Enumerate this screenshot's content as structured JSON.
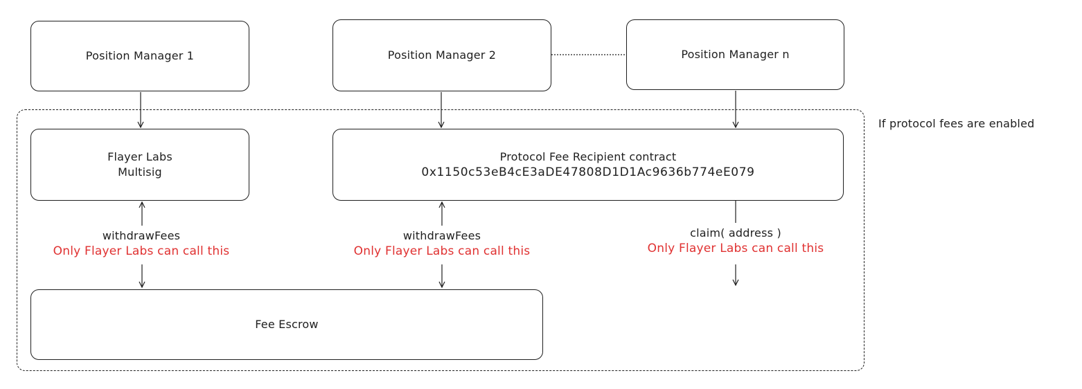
{
  "diagram": {
    "nodes": {
      "pm1": {
        "label": "Position Manager 1"
      },
      "pm2": {
        "label": "Position Manager 2"
      },
      "pmn": {
        "label": "Position Manager n"
      },
      "multisig": {
        "line1": "Flayer Labs",
        "line2": "Multisig"
      },
      "fee_recipient": {
        "line1": "Protocol Fee Recipient contract",
        "line2": "0x1150c53eB4cE3aDE47808D1D1Ac9636b774eE079"
      },
      "escrow": {
        "label": "Fee Escrow"
      }
    },
    "region_label": "If protocol fees are enabled",
    "edges": {
      "left_withdraw": {
        "label": "withdrawFees",
        "note": "Only Flayer Labs can call this"
      },
      "mid_withdraw": {
        "label": "withdrawFees",
        "note": "Only Flayer Labs can call this"
      },
      "claim": {
        "label": "claim( address )",
        "note": "Only Flayer Labs can call this"
      }
    },
    "colors": {
      "stroke": "#1e1e1e",
      "note_text": "#e03131"
    }
  }
}
